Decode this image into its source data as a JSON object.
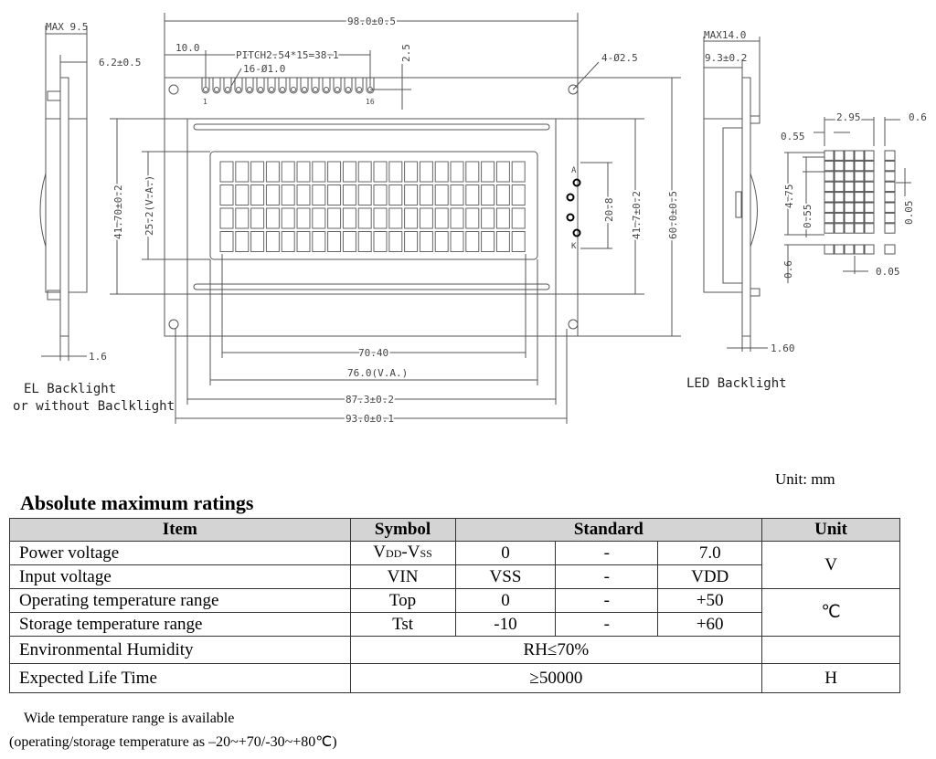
{
  "drawing": {
    "left_view": {
      "max": "MAX 9.5",
      "depth": "6.2±0.5",
      "thickness": "1.6",
      "caption1": "EL Backlight",
      "caption2": "or without Baclklight"
    },
    "front": {
      "width_total": "98.0±0.5",
      "pin1_offset": "10.0",
      "pitch": "PITCH2.54*15=38.1",
      "pin_holes": "16-Ø1.0",
      "pin_edge": "2.5",
      "pin_first": "1",
      "pin_last": "16",
      "mount_holes": "4-Ø2.5",
      "height_total": "60.0±0.5",
      "bezel_height_right": "41.7±0.2",
      "led_pitch": "20.8",
      "bezel_height_left": "41.70±0.2",
      "va_height": "25.2(V.A.)",
      "anode": "A",
      "cathode": "K",
      "char_area": "70.40",
      "va_width": "76.0(V.A.)",
      "bezel_width": "87.3±0.2",
      "pcb_width": "93.0±0.1",
      "rows": 4,
      "columns": 20
    },
    "right_view": {
      "max": "MAX14.0",
      "depth": "9.3±0.2",
      "thickness": "1.60",
      "caption": "LED Backlight"
    },
    "dot_detail": {
      "char_width": "2.95",
      "cursor_gap": "0.6",
      "dot_width": "0.55",
      "char_height": "4.75",
      "dot_height": "0.55",
      "dot_gap_v": "0.05",
      "cursor_offset": "0.6",
      "dot_gap_h": "0.05"
    }
  },
  "unit_note": "Unit: mm",
  "section_title": "Absolute maximum ratings",
  "table": {
    "headers": {
      "item": "Item",
      "symbol": "Symbol",
      "standard": "Standard",
      "unit": "Unit"
    },
    "rows": [
      {
        "item": "Power voltage",
        "symbol_main1": "V",
        "symbol_sub1": "DD",
        "symbol_main2": "-V",
        "symbol_sub2": "SS",
        "min": "0",
        "typ": "-",
        "max": "7.0",
        "unit": "V"
      },
      {
        "item": "Input voltage",
        "symbol": "VIN",
        "min": "VSS",
        "typ": "-",
        "max": "VDD"
      },
      {
        "item": "Operating temperature range",
        "symbol": "Top",
        "min": "0",
        "typ": "-",
        "max": "+50",
        "unit": "℃"
      },
      {
        "item": "Storage temperature range",
        "symbol": "Tst",
        "min": "-10",
        "typ": "-",
        "max": "+60"
      },
      {
        "item": "Environmental Humidity",
        "standard": "RH≤70%",
        "unit": ""
      },
      {
        "item": "Expected Life Time",
        "standard": "≥50000",
        "unit": "H"
      }
    ]
  },
  "footnote": {
    "line1": "Wide temperature range is available",
    "line2": "(operating/storage temperature as –20~+70/-30~+80℃)"
  }
}
